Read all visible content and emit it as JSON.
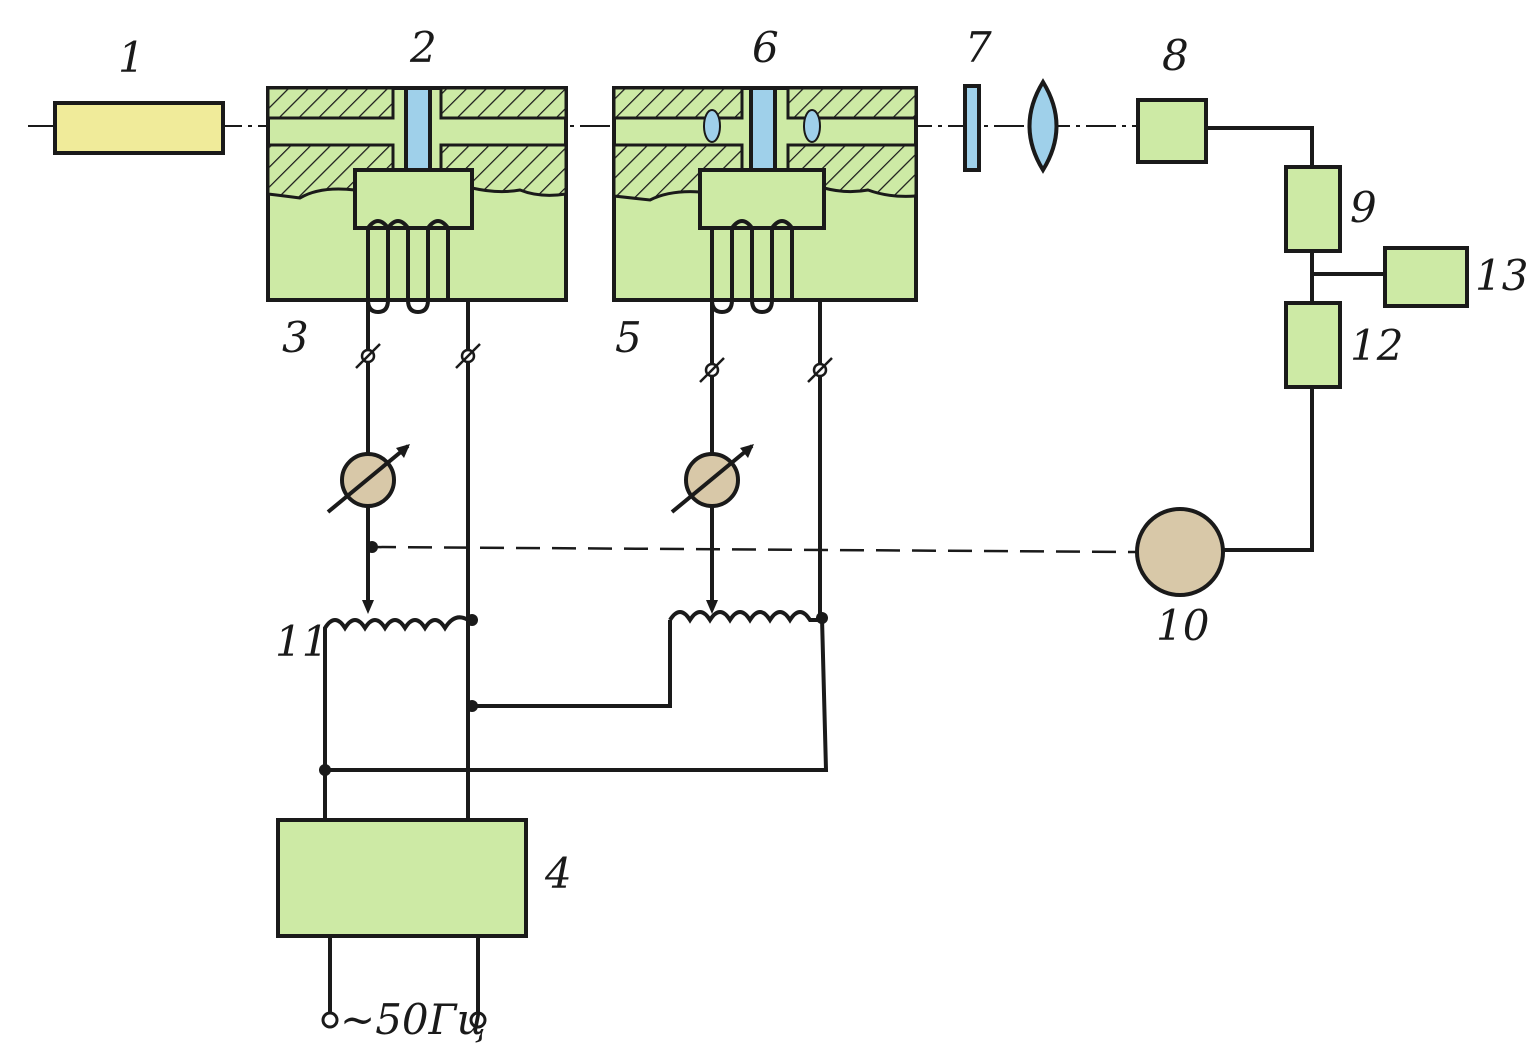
{
  "colors": {
    "laser": "#f0eb9a",
    "block": "#cdeaa5",
    "crystal": "#9fd0ea",
    "meter": "#d8c8a8",
    "line": "#1a1a1a"
  },
  "labels": {
    "l1": "1",
    "l2": "2",
    "l3": "3",
    "l4": "4",
    "l5": "5",
    "l6": "6",
    "l7": "7",
    "l8": "8",
    "l9": "9",
    "l10": "10",
    "l11": "11",
    "l12": "12",
    "l13": "13",
    "supply": "~50Гц"
  }
}
